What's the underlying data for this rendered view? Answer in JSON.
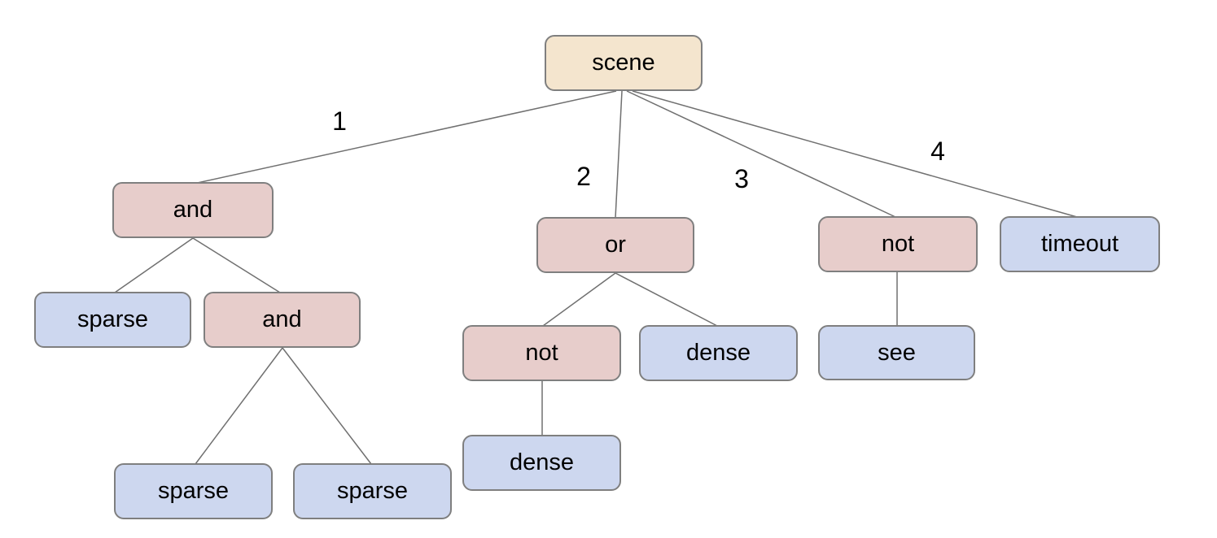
{
  "diagram": {
    "type": "tree",
    "colors": {
      "root_fill": "#f4e5ce",
      "operator_fill": "#e7cdcb",
      "leaf_fill": "#cdd7ef",
      "border": "#7f7f7f",
      "edge": "#707070",
      "text": "#000000"
    },
    "nodes": {
      "scene": {
        "label": "scene"
      },
      "and1": {
        "label": "and"
      },
      "or1": {
        "label": "or"
      },
      "not1": {
        "label": "not"
      },
      "timeout": {
        "label": "timeout"
      },
      "sparse1": {
        "label": "sparse"
      },
      "and2": {
        "label": "and"
      },
      "sparse2": {
        "label": "sparse"
      },
      "sparse3": {
        "label": "sparse"
      },
      "not2": {
        "label": "not"
      },
      "dense1": {
        "label": "dense"
      },
      "dense2": {
        "label": "dense"
      },
      "see": {
        "label": "see"
      }
    },
    "edge_labels": {
      "e1": "1",
      "e2": "2",
      "e3": "3",
      "e4": "4"
    },
    "tree": {
      "label": "scene",
      "children": [
        {
          "edge_label": "1",
          "label": "and",
          "children": [
            {
              "label": "sparse"
            },
            {
              "label": "and",
              "children": [
                {
                  "label": "sparse"
                },
                {
                  "label": "sparse"
                }
              ]
            }
          ]
        },
        {
          "edge_label": "2",
          "label": "or",
          "children": [
            {
              "label": "not",
              "children": [
                {
                  "label": "dense"
                }
              ]
            },
            {
              "label": "dense"
            }
          ]
        },
        {
          "edge_label": "3",
          "label": "not",
          "children": [
            {
              "label": "see"
            }
          ]
        },
        {
          "edge_label": "4",
          "label": "timeout"
        }
      ]
    }
  }
}
